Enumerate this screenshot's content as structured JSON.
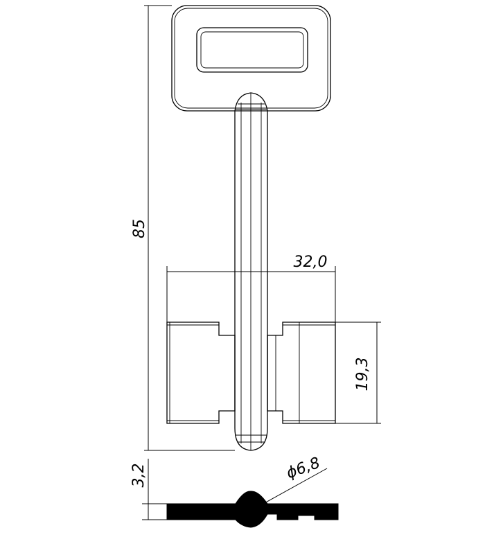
{
  "dimensions": {
    "overall_length": "85",
    "bit_width": "32,0",
    "bit_height": "19,3",
    "thickness": "3,2",
    "shaft_diameter": "ϕ6,8"
  }
}
